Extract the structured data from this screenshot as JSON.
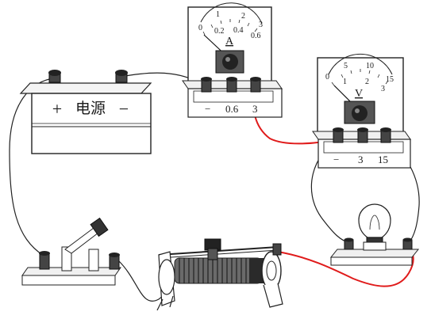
{
  "battery": {
    "plus": "+",
    "label": "电源",
    "minus": "−"
  },
  "ammeter": {
    "unit": "A",
    "scale_outer": [
      "0",
      "1",
      "2",
      "3"
    ],
    "scale_inner": [
      "0.2",
      "0.4",
      "0.6"
    ],
    "terminals": [
      "−",
      "0.6",
      "3"
    ]
  },
  "voltmeter": {
    "unit": "V",
    "scale_outer": [
      "0",
      "5",
      "10",
      "15"
    ],
    "scale_inner": [
      "1",
      "2",
      "3"
    ],
    "terminals": [
      "−",
      "3",
      "15"
    ]
  },
  "colors": {
    "wire_black": "#222222",
    "wire_red": "#e01b1b"
  }
}
